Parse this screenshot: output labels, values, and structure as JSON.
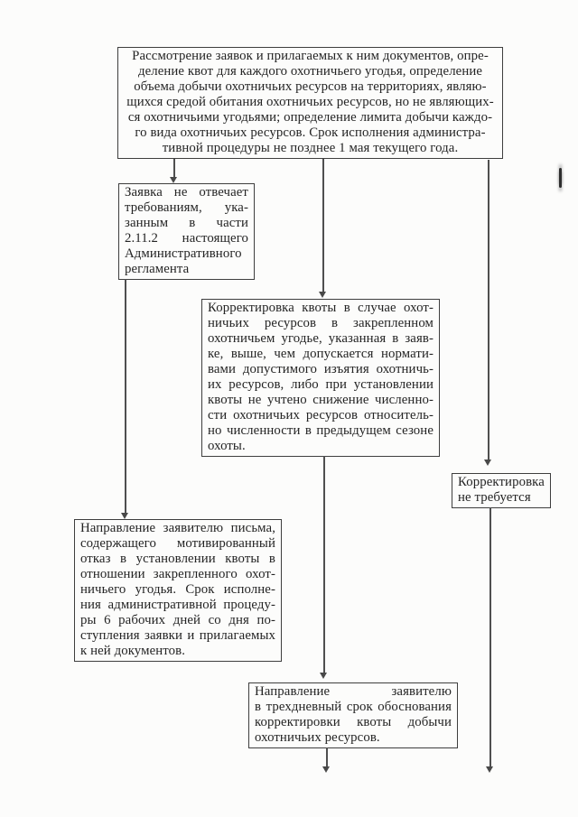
{
  "document": {
    "kind": "scanned flowchart page",
    "language": "ru",
    "background_color": "#fcfcfb",
    "ink_color": "#242424",
    "border_color": "#3e3e3e"
  },
  "flowchart": {
    "nodes": [
      {
        "id": "review",
        "align": "center",
        "lines": [
          "Рассмотрение заявок и прилагаемых к ним документов, опре-",
          "деление квот для каждого охотничьего угодья, определение",
          "объема добычи охотничьих ресурсов на территориях, являю-",
          "щихся средой обитания охотничьих ресурсов, но не являющих-",
          "ся охотничьими угодьями; определение лимита добычи каждо-",
          "го вида охотничьих ресурсов. Срок исполнения администра-",
          "тивной процедуры не позднее 1 мая текущего года."
        ]
      },
      {
        "id": "claim-rejected",
        "align": "justify",
        "lines": [
          "Заявка не отвечает",
          "требованиям, ука-",
          "занным в части",
          "2.11.2 настоящего",
          "Административного",
          "регламента"
        ]
      },
      {
        "id": "quota-adjustment",
        "align": "justify",
        "lines": [
          "Корректировка квоты в случае охот-",
          "ничьих ресурсов в закрепленном",
          "охотничьем угодье, указанная в заяв-",
          "ке, выше, чем допускается нормати-",
          "вами допустимого изъятия охотничь-",
          "их ресурсов, либо при установлении",
          "квоты не учтено снижение численно-",
          "сти охотничьих ресурсов относитель-",
          "но численности в предыдущем сезоне",
          "охоты."
        ]
      },
      {
        "id": "no-adjustment",
        "align": "left",
        "lines": [
          "Корректировка",
          "не требуется"
        ]
      },
      {
        "id": "refusal-letter",
        "align": "justify",
        "lines": [
          "Направление заявителю письма,",
          "содержащего мотивированный",
          "отказ в установлении квоты в",
          "отношении закрепленного охот-",
          "ничьего угодья. Срок исполне-",
          "ния административной процеду-",
          "ры 6 рабочих дней со дня по-",
          "ступления заявки и прилагаемых",
          "к ней документов."
        ]
      },
      {
        "id": "send-justification",
        "align": "justify",
        "lines": [
          "Направление заявителю",
          "в трехдневный срок обоснования",
          "корректировки квоты добычи",
          "охотничьих ресурсов."
        ]
      }
    ],
    "edges": [
      {
        "from": "review",
        "to": "claim-rejected"
      },
      {
        "from": "review",
        "to": "quota-adjustment"
      },
      {
        "from": "review",
        "to": "no-adjustment"
      },
      {
        "from": "claim-rejected",
        "to": "refusal-letter"
      },
      {
        "from": "quota-adjustment",
        "to": "send-justification"
      },
      {
        "from": "no-adjustment",
        "to": "continues-below"
      },
      {
        "from": "send-justification",
        "to": "continues-below"
      }
    ]
  }
}
